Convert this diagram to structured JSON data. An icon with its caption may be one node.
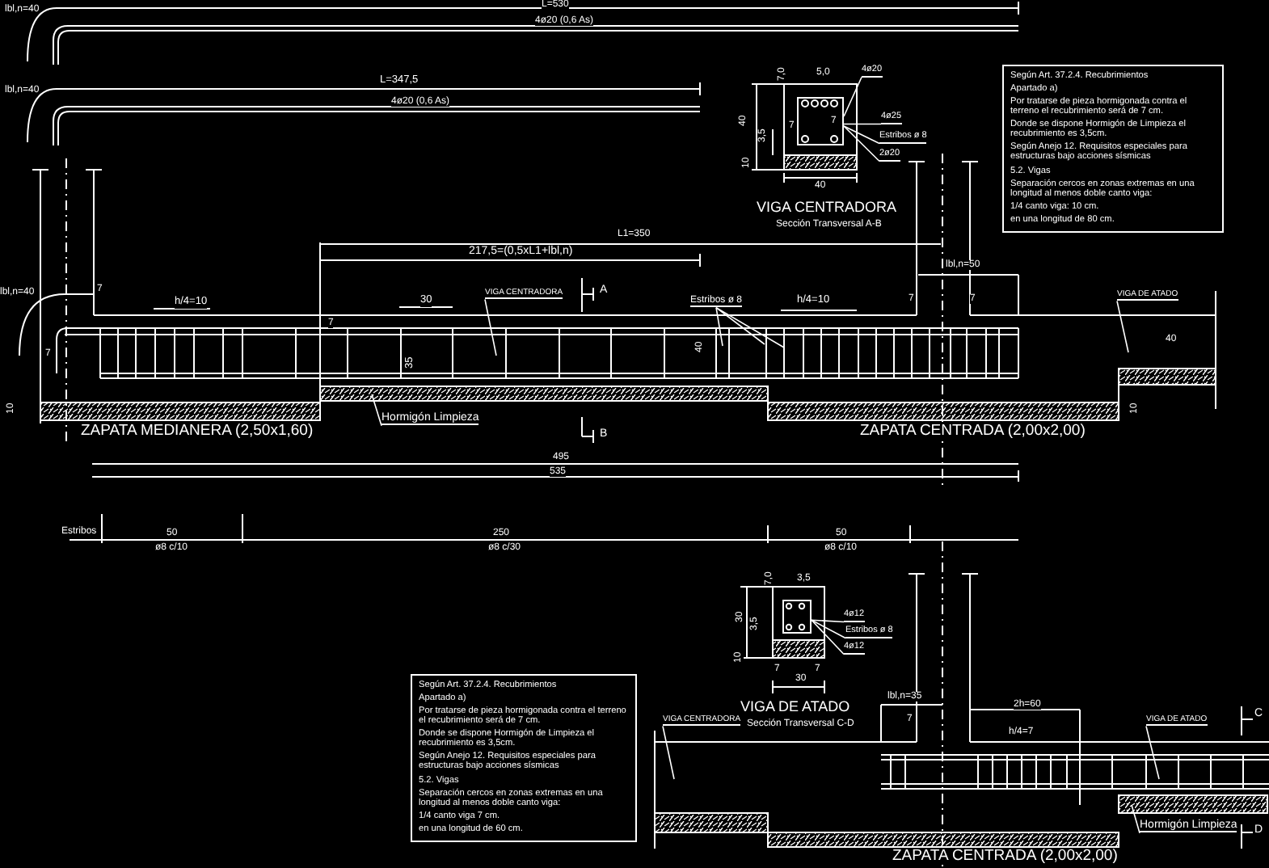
{
  "diagram": {
    "nodes": [
      {
        "text": [
          "Según Art. 37.2.4. Recubrimientos",
          "Apartado a)",
          "Por tratarse de pieza hormigonada contra el terreno el recubrimiento será de 7 cm.",
          "Donde se dispone Hormigón de Limpieza el recubrimiento es 3,5cm.",
          "Según Anejo 12. Requisitos especiales para estructuras bajo acciones sísmicas",
          "5.2. Vigas",
          "Separación cercos en zonas extremas en una longitud al menos doble canto viga:",
          "1/4 canto viga: 10 cm.",
          "en una longitud de 80 cm."
        ]
      },
      {
        "text": [
          "Según Art. 37.2.4. Recubrimientos",
          "Apartado a)",
          "Por tratarse de pieza hormigonada contra el terreno el recubrimiento será de 7 cm.",
          "Donde se dispone Hormigón de Limpieza el recubrimiento es 3,5cm.",
          "Según Anejo 12. Requisitos especiales para estructuras bajo acciones sísmicas",
          "5.2. Vigas",
          "Separación cercos en zonas extremas en una longitud al menos doble canto viga:",
          "1/4 canto viga 7 cm.",
          "en una longitud de 60 cm."
        ]
      },
      {
        "text": [
          "VIGA CENTRADORA"
        ]
      },
      {
        "text": [
          "Hormigón Limpieza"
        ]
      },
      {
        "text": [
          "Estribos ø 8"
        ]
      },
      {
        "text": [
          "VIGA DE ATADO"
        ]
      },
      {
        "text": [
          "4ø20"
        ]
      },
      {
        "text": [
          "4ø25"
        ]
      },
      {
        "text": [
          "Estribos ø 8"
        ]
      },
      {
        "text": [
          "2ø20"
        ]
      },
      {
        "text": [
          "4ø12"
        ]
      },
      {
        "text": [
          "Estribos ø 8"
        ]
      },
      {
        "text": [
          "4ø12"
        ]
      },
      {
        "text": [
          "VIGA CENTRADORA"
        ]
      },
      {
        "text": [
          "VIGA DE ATADO"
        ]
      },
      {
        "text": [
          "Hormigón Limpieza"
        ]
      },
      {
        "text": [],
        "shape": "box"
      },
      {
        "text": [],
        "shape": "box"
      }
    ],
    "edges": [
      {
        "from": 2,
        "to": null,
        "arrow": "none"
      },
      {
        "from": 3,
        "to": null,
        "arrow": "none"
      },
      {
        "from": 4,
        "to": null,
        "arrow": "none"
      },
      {
        "from": 4,
        "to": null,
        "arrow": "none"
      },
      {
        "from": 4,
        "to": null,
        "arrow": "none"
      },
      {
        "from": 5,
        "to": null,
        "arrow": "none"
      },
      {
        "from": 6,
        "to": 16,
        "arrow": "none"
      },
      {
        "from": 7,
        "to": 16,
        "arrow": "none"
      },
      {
        "from": 8,
        "to": 16,
        "arrow": "none"
      },
      {
        "from": 9,
        "to": 16,
        "arrow": "none"
      },
      {
        "from": 10,
        "to": 17,
        "arrow": "none"
      },
      {
        "from": 11,
        "to": 17,
        "arrow": "none"
      },
      {
        "from": 12,
        "to": 17,
        "arrow": "none"
      },
      {
        "from": 13,
        "to": null,
        "arrow": "none"
      },
      {
        "from": 14,
        "to": null,
        "arrow": "none"
      },
      {
        "from": 15,
        "to": null,
        "arrow": "none"
      }
    ],
    "labels": [
      "lbl,n=40",
      "L=530",
      "4ø20 (0,6 As)",
      "lbl,n=40",
      "L=347,5",
      "4ø20 (0,6 As)",
      "217,5=(0,5xL1+lbl,n)",
      "L1=350",
      "lbl,n=40",
      "7",
      "h/4=10",
      "30",
      "A",
      "7",
      "35",
      "7",
      "10",
      "B",
      "ZAPATA MEDIANERA (2,50x1,60)",
      "h/4=10",
      "40",
      "lbl,n=50",
      "7",
      "7",
      "40",
      "10",
      "ZAPATA CENTRADA (2,00x2,00)",
      "495",
      "535",
      "7,0",
      "5,0",
      "40",
      "3,5",
      "7",
      "7",
      "10",
      "40",
      "VIGA CENTRADORA",
      "Sección Transversal A-B",
      "Estribos",
      "50",
      "ø8 c/10",
      "250",
      "ø8 c/30",
      "50",
      "ø8 c/10",
      "7,0",
      "3,5",
      "30",
      "3,5",
      "10",
      "7",
      "7",
      "30",
      "VIGA DE ATADO",
      "Sección Transversal C-D",
      "lbl,n=35",
      "7",
      "2h=60",
      "h/4=7",
      "C",
      "D",
      "ZAPATA CENTRADA (2,00x2,00)"
    ]
  }
}
